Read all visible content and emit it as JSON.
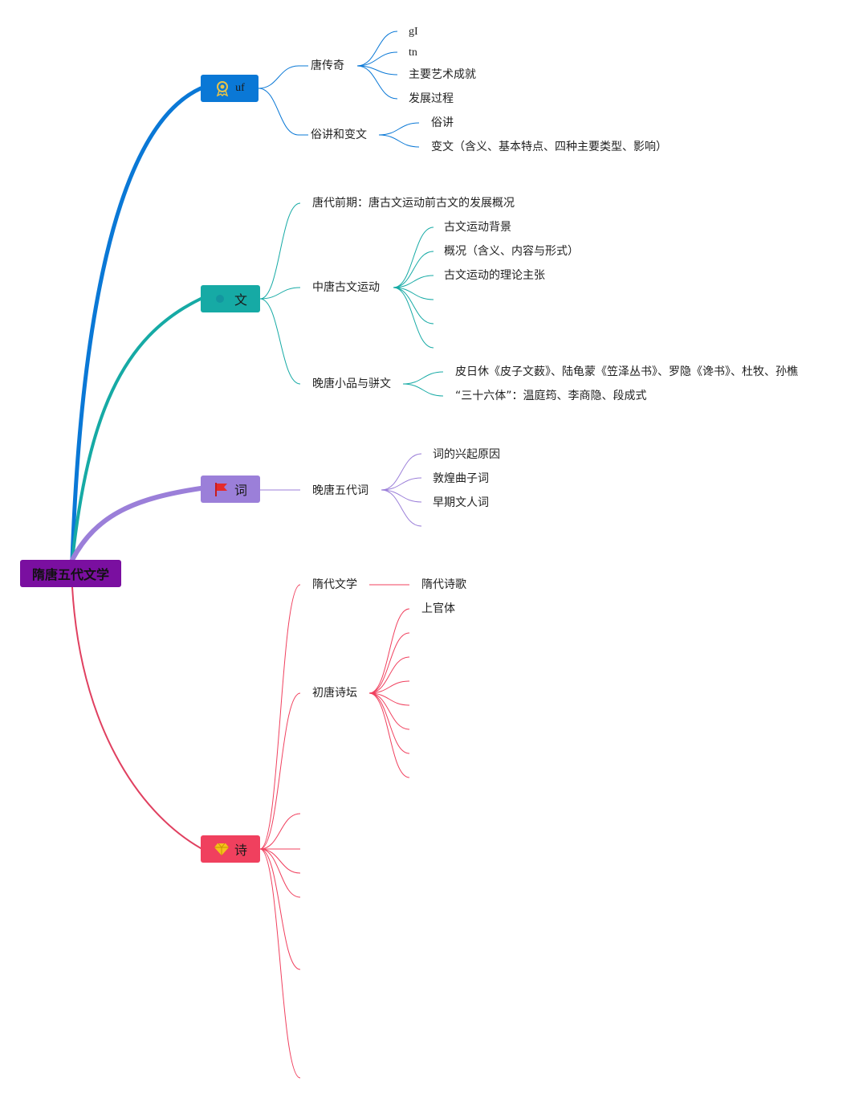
{
  "root": {
    "label": "隋唐五代文学",
    "color": "#7a0fa0"
  },
  "branches": [
    {
      "label": "uf",
      "icon": "award-ribbon-icon",
      "color": "#0a78d6",
      "children": [
        {
          "label": "唐传奇",
          "children": [
            "gI",
            "tn",
            "主要艺术成就",
            "发展过程"
          ]
        },
        {
          "label": "俗讲和变文",
          "children": [
            "俗讲",
            "变文（含义、基本特点、四种主要类型、影响）"
          ]
        }
      ]
    },
    {
      "label": "文",
      "icon": "shape-icon",
      "color": "#16aaa5",
      "children": [
        {
          "label": "唐代前期：唐古文运动前古文的发展概况",
          "children": []
        },
        {
          "label": "中唐古文运动",
          "children": [
            "古文运动背景",
            "概况（含义、内容与形式）",
            "古文运动的理论主张",
            "",
            "",
            ""
          ]
        },
        {
          "label": "晚唐小品与骈文",
          "children": [
            "皮日休《皮子文薮》、陆龟蒙《笠泽丛书》、罗隐《谗书》、杜牧、孙樵",
            "“三十六体”：温庭筠、李商隐、段成式"
          ]
        }
      ]
    },
    {
      "label": "词",
      "icon": "flag-icon",
      "color": "#9b7fd9",
      "children": [
        {
          "label": "晚唐五代词",
          "children": [
            "",
            "词的兴起原因",
            "敦煌曲子词",
            "早期文人词",
            ""
          ]
        }
      ]
    },
    {
      "label": "诗",
      "icon": "diamond-icon",
      "color": "#f0405e",
      "children": [
        {
          "label": "隋代文学",
          "children": [
            "隋代诗歌"
          ]
        },
        {
          "label": "初唐诗坛",
          "children": [
            "上官体",
            "",
            "",
            "",
            "",
            "",
            "",
            ""
          ]
        },
        {
          "label": "",
          "children": []
        },
        {
          "label": "",
          "children": []
        },
        {
          "label": "",
          "children": []
        },
        {
          "label": "",
          "children": []
        },
        {
          "label": "",
          "children": []
        },
        {
          "label": "",
          "children": []
        }
      ]
    }
  ]
}
